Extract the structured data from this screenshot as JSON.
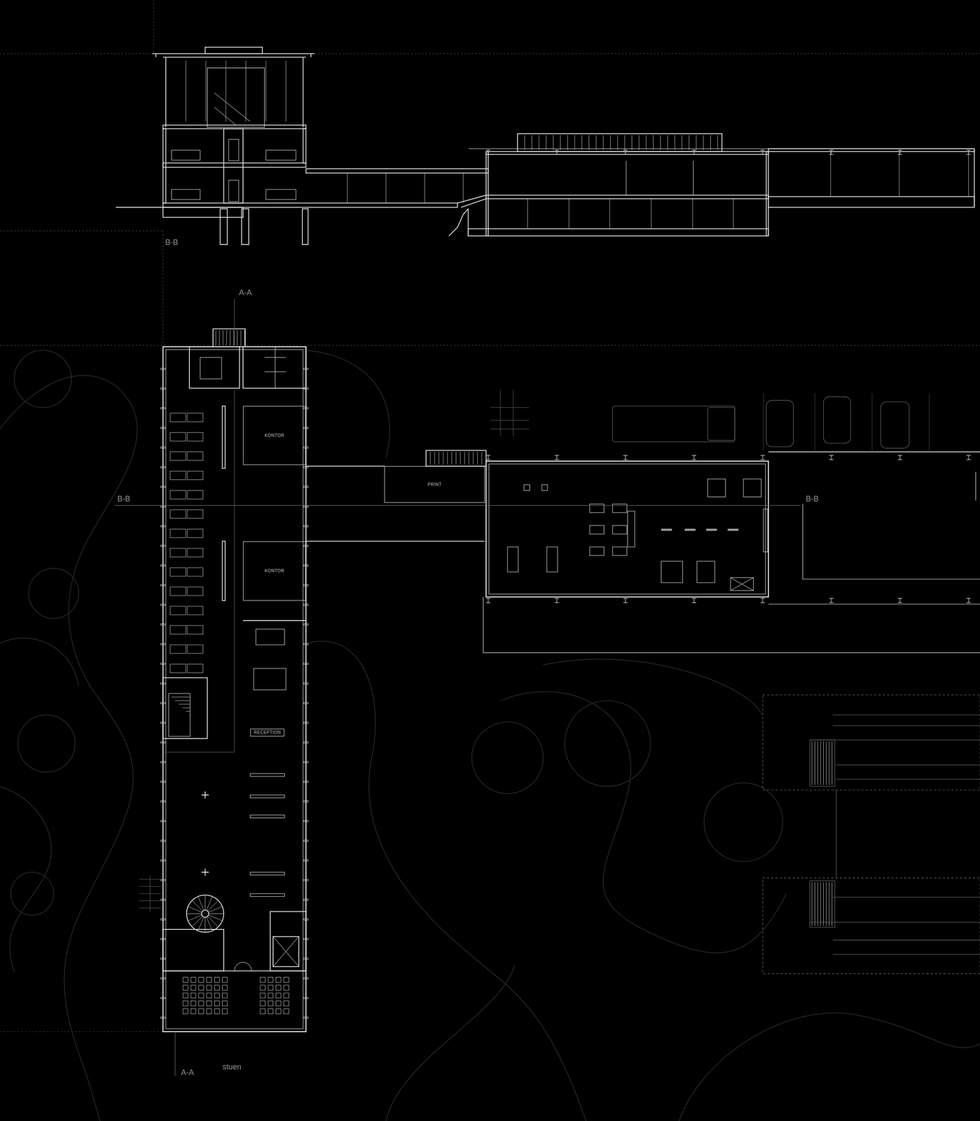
{
  "diagram": {
    "nodes": [
      {
        "text": [
          "KONTOR"
        ]
      },
      {
        "text": [
          "PRINT"
        ]
      },
      {
        "text": [
          "KONTOR"
        ]
      },
      {
        "text": [
          "RECEPTION"
        ]
      }
    ],
    "labels": [
      "B-B",
      "A-A",
      "B-B",
      "B-B",
      "stuen",
      "A-A"
    ]
  }
}
